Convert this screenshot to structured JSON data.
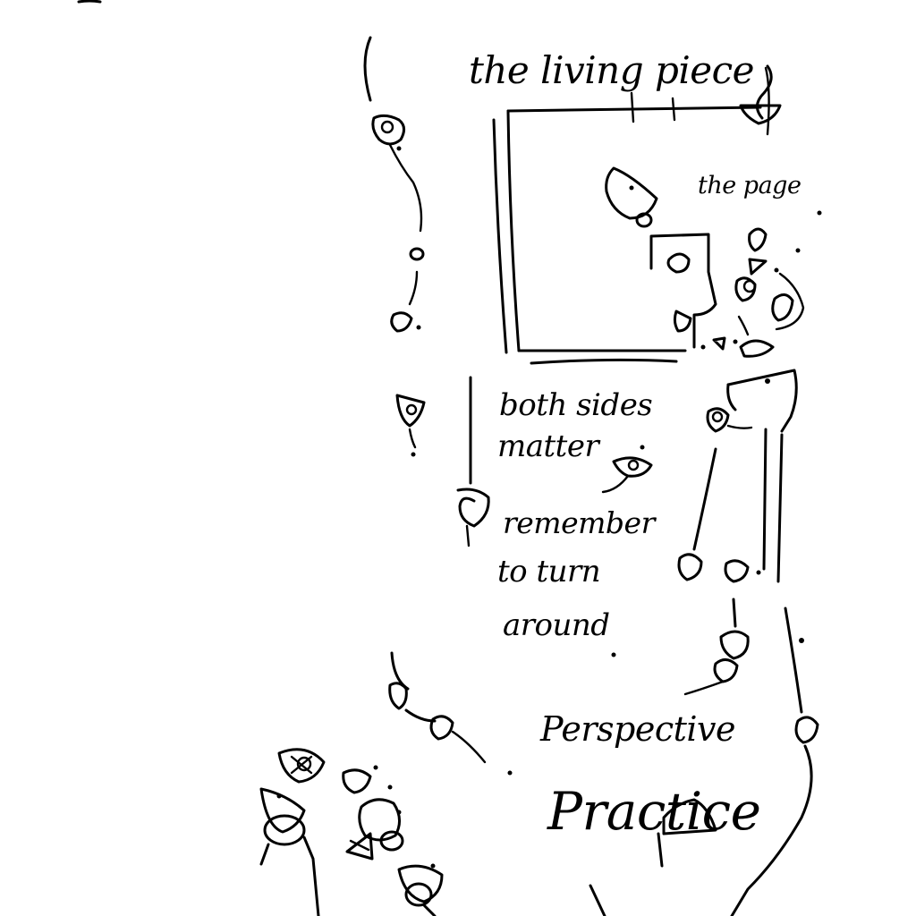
{
  "ink_color": "#000000",
  "paper_color": "#ffffff",
  "notes": {
    "title": "the living piece",
    "page_label": "the page",
    "line_both_sides": "both sides",
    "line_matter": "matter",
    "line_remember": "remember",
    "line_to_turn": "to turn",
    "line_around": "around",
    "line_perspective": "Perspective",
    "line_practice": "Practice"
  }
}
